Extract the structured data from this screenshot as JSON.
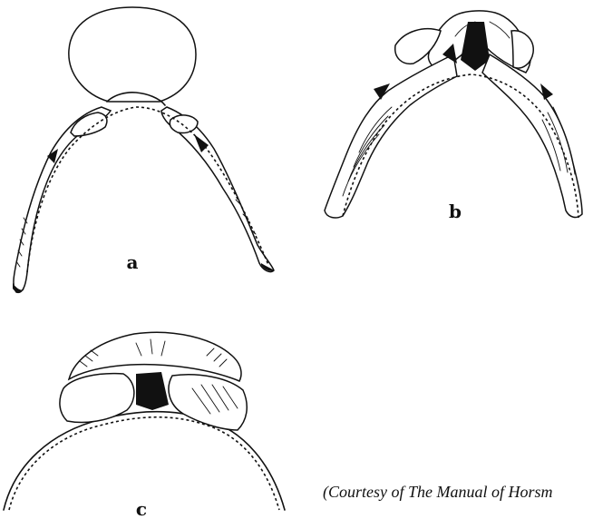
{
  "figure": {
    "labels": {
      "a": "a",
      "b": "b",
      "c": "c"
    },
    "caption": "(Courtesy of The Manual of Horsm"
  }
}
